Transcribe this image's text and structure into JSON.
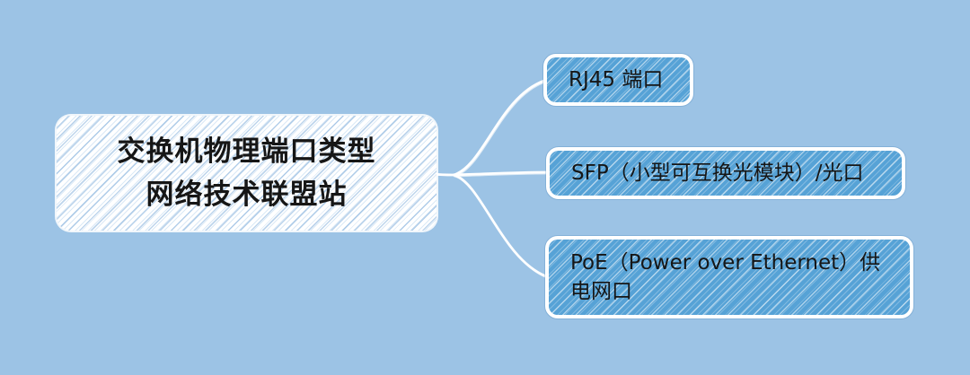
{
  "diagram": {
    "type": "mindmap",
    "root": {
      "line1": "交换机物理端口类型",
      "line2": "网络技术联盟站"
    },
    "children": [
      {
        "label": "RJ45 端口"
      },
      {
        "label": "SFP（小型可互换光模块）/光口"
      },
      {
        "label": "PoE（Power over Ethernet）供电网口"
      }
    ]
  },
  "colors": {
    "background": "#9cc3e5",
    "root_fill": "#ffffff",
    "root_hatch": "#6ea2d5",
    "child_fill": "#56a2d6",
    "child_hatch": "#ffffff",
    "border": "#ffffff",
    "connector": "#ffffff",
    "text": "#161616"
  }
}
